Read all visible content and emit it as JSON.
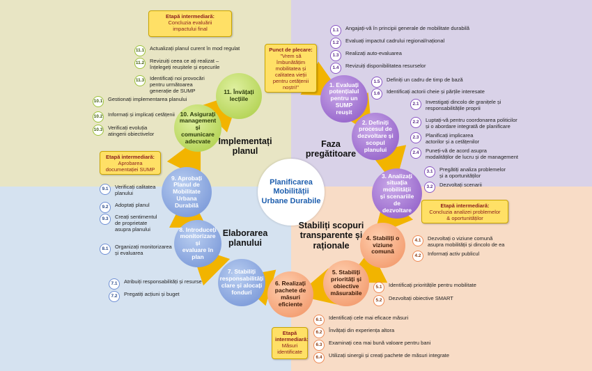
{
  "center": "Planificarea\nMobilității\nUrbane Durabile",
  "phases": {
    "prep": "Faza\npregătitoare",
    "objectives": "Stabiliți scopuri\ntransparente și\nraționale",
    "elaboration": "Elaborarea\nplanului",
    "implementation": "Implementați\nplanul"
  },
  "milestones": {
    "m_final": {
      "title": "Etapă intermediară:",
      "text": "Concluzia evaluării\nimpactului final"
    },
    "m_start": {
      "title": "Punct de plecare:",
      "text": "\"Vrem să\nîmbunătățim\nmobilitatea și\ncalitatea vieții\npentru cetățenii\nnoștri!\""
    },
    "m_analysis": {
      "title": "Etapă intermediară:",
      "text": "Concluzia analizei problemelor\n& oportunităților"
    },
    "m_adopt": {
      "title": "Etapă intermediară:",
      "text": "Aprobarea\ndocumentației SUMP"
    },
    "m_measures": {
      "title": "Etapă\nintermediară:",
      "text": "Măsuri\nidentificate"
    }
  },
  "nodes": {
    "n1": "1. Evaluați\npotențialul\npentru un SUMP\nreușit",
    "n2": "2. Definiți\nprocesul de\ndezvoltare și\nscopul planului",
    "n3": "3. Analizați\nsituația mobilității\nși scenariile de\ndezvoltare",
    "n4": "4. Stabiliți o\nviziune comună",
    "n5": "5. Stabiliți\npriorități și\nobiective\nmăsurabile",
    "n6": "6. Realizați\npachete de\nmăsuri eficiente",
    "n7": "7. Stabiliți\nresponsabilități\nclare și alocați\nfonduri",
    "n8": "8. Introduceți\nmonitorizare și\nevaluare în plan",
    "n9": "9. Aprobați\nPlanul de\nMobilitate Urbana\nDurabilă",
    "n10": "10. Asigurați\nmanagement și\ncomunicare\nadecvate",
    "n11": "11. Învățați\nlecțiile"
  },
  "steps": {
    "s1_1": {
      "num": "1.1",
      "text": "Angajați-vă în principii generale de mobilitate durabilă"
    },
    "s1_2": {
      "num": "1.2",
      "text": "Evaluați impactul cadrului regional/național"
    },
    "s1_3": {
      "num": "1.3",
      "text": "Realizați auto-evaluarea"
    },
    "s1_4": {
      "num": "1.4",
      "text": "Revizuiți disponibilitatea resurselor"
    },
    "s1_5": {
      "num": "1.5",
      "text": "Definiți un cadru de timp de bază"
    },
    "s1_6": {
      "num": "1.6",
      "text": "Identificați actorii cheie și părțile interesate"
    },
    "s2_1": {
      "num": "2.1",
      "text": "Investigați dincolo de granițele și\nresponsabilitățile proprii"
    },
    "s2_2": {
      "num": "2.2",
      "text": "Luptați-vă pentru coordonarea politicilor\nși o abordare integrată de planificare"
    },
    "s2_3": {
      "num": "2.3",
      "text": "Planificați implicarea\nactorilor și a cetățenilor"
    },
    "s2_4": {
      "num": "2.4",
      "text": "Puneți-vă de acord asupra\nmodalităților de lucru și de management"
    },
    "s3_1": {
      "num": "3.1",
      "text": "Pregătiți analiza problemelor\nși a oportunităților"
    },
    "s3_2": {
      "num": "3.2",
      "text": "Dezvoltați scenarii"
    },
    "s4_1": {
      "num": "4.1",
      "text": "Dezvoltați o viziune comună\nasupra mobilității și dincolo de ea"
    },
    "s4_2": {
      "num": "4.2",
      "text": "Informați activ publicul"
    },
    "s5_1": {
      "num": "5.1",
      "text": "Identificați prioritățile pentru mobilitate"
    },
    "s5_2": {
      "num": "5.2",
      "text": "Dezvoltați obiective SMART"
    },
    "s6_1": {
      "num": "6.1",
      "text": "Identificați cele mai eficace măsuri"
    },
    "s6_2": {
      "num": "6.2",
      "text": "Învățați din experiența altora"
    },
    "s6_3": {
      "num": "6.3",
      "text": "Examinați cea mai bună valoare pentru bani"
    },
    "s6_4": {
      "num": "6.4",
      "text": "Utilizați sinergii și creați pachete de măsuri integrate"
    },
    "s7_1": {
      "num": "7.1",
      "text": "Atribuiți responsabilități și resurse"
    },
    "s7_2": {
      "num": "7.2",
      "text": "Pregatiți acțiuni și buget"
    },
    "s8_1": {
      "num": "8.1",
      "text": "Organizați monitorizarea\nși evaluarea"
    },
    "s9_1": {
      "num": "9.1",
      "text": "Verificați calitatea\nplanului"
    },
    "s9_2": {
      "num": "9.2",
      "text": "Adoptați planul"
    },
    "s9_3": {
      "num": "9.3",
      "text": "Creați sentimentul\nde proprietate\nasupra planului"
    },
    "s10_1": {
      "num": "10.1",
      "text": "Gestionați implementarea planului"
    },
    "s10_2": {
      "num": "10.2",
      "text": "Informați și implicați cetățenii"
    },
    "s10_3": {
      "num": "10.3",
      "text": "Verificați evoluția\natingerii obiectivelor"
    },
    "s11_1": {
      "num": "11.1",
      "text": "Actualizați planul curent în mod regulat"
    },
    "s11_2": {
      "num": "11.2",
      "text": "Revizuiți ceea ce ați realizat –\nînțelegeți reușitele și eșecurile"
    },
    "s11_3": {
      "num": "11.3",
      "text": "Identificați noi provocări\npentru următoarea\ngenerație de SUMP"
    }
  },
  "colors": {
    "arrow": "#f2b400",
    "center_text": "#1f5fae"
  }
}
